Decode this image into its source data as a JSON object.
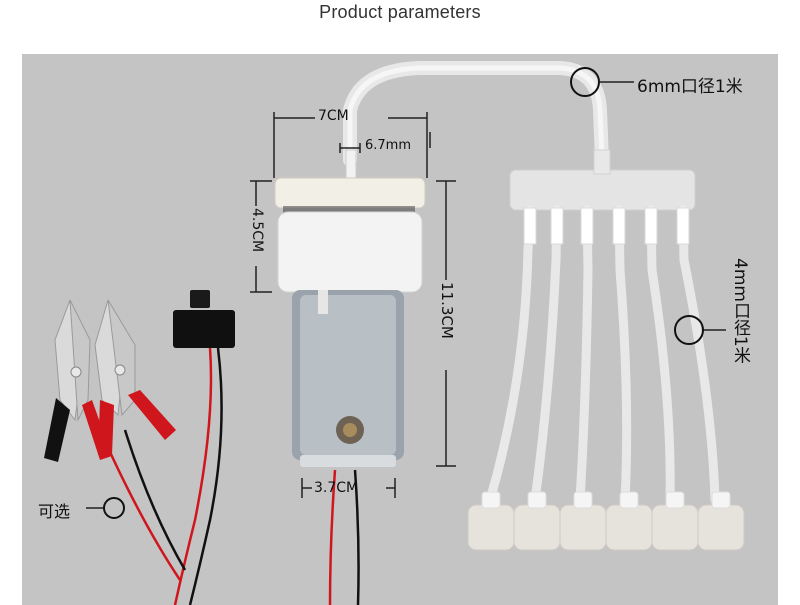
{
  "page": {
    "title": "Product parameters"
  },
  "labels": {
    "width_7cm": "7CM",
    "height_4_5cm": "4.5CM",
    "height_11_3cm": "11.3CM",
    "nozzle_6_7mm": "6.7mm",
    "width_3_7cm": "3.7CM",
    "tube_6mm": "6mm口径1米",
    "tube_4mm": "4mm口径1米",
    "optional": "可选"
  },
  "colors": {
    "background": "#c4c4c4",
    "red_wire": "#d0161d",
    "black_wire": "#111111"
  }
}
